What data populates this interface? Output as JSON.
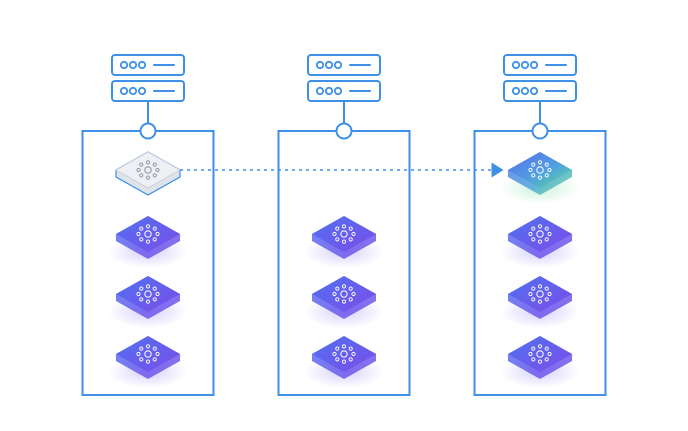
{
  "colors": {
    "outline": "#3d8fe8",
    "chip_gradient_start": "#4f72f2",
    "chip_gradient_end": "#7c4ce8",
    "chip_migrated_start": "#5a6cf0",
    "chip_migrated_end": "#5fe08e",
    "chip_inactive_top": "#eef0f4",
    "chip_inactive_edge": "#3d8fe8",
    "background": "#ffffff"
  },
  "icons": {
    "server": "server-rack-icon",
    "chip": "cluster-node-icon",
    "arrow": "migration-arrow"
  },
  "columns": [
    {
      "id": "host-1",
      "chips": [
        "inactive",
        "active",
        "active",
        "active"
      ]
    },
    {
      "id": "host-2",
      "chips": [
        "empty",
        "active",
        "active",
        "active"
      ]
    },
    {
      "id": "host-3",
      "chips": [
        "migrated",
        "active",
        "active",
        "active"
      ]
    }
  ],
  "migration": {
    "from": "host-1",
    "to": "host-3",
    "row": 0,
    "style": "dotted"
  }
}
